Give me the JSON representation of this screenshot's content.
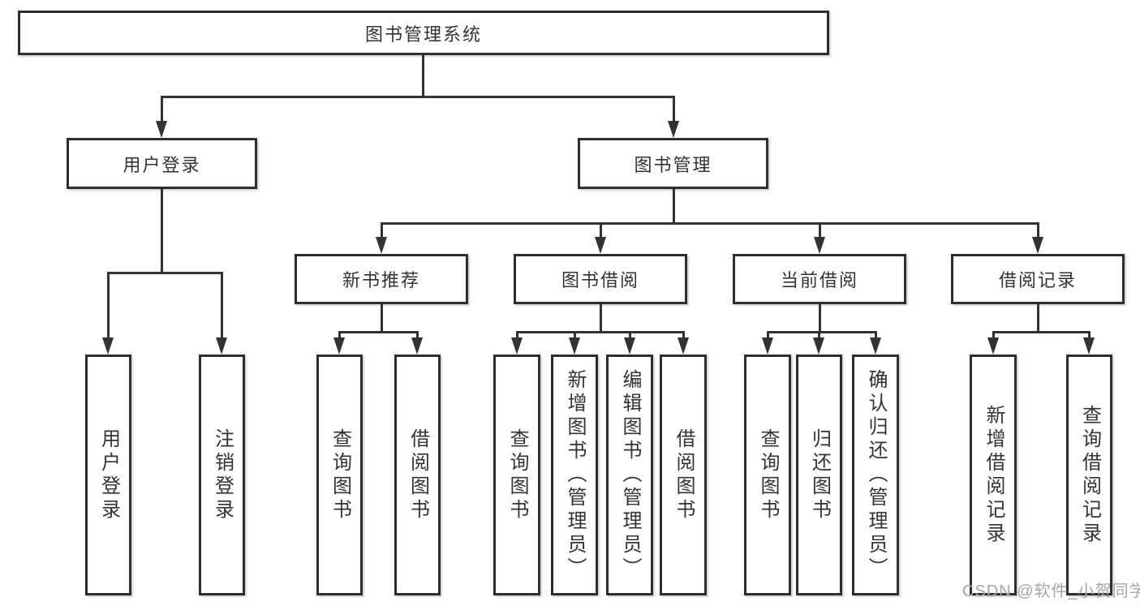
{
  "tree": {
    "root": "图书管理系统",
    "level2": [
      "用户登录",
      "图书管理"
    ],
    "level3": [
      "新书推荐",
      "图书借阅",
      "当前借阅",
      "借阅记录"
    ],
    "leaves_user_login": [
      "用户登录",
      "注销登录"
    ],
    "leaves_new_books": [
      "查询图书",
      "借阅图书"
    ],
    "leaves_book_borrow": [
      "查询图书",
      "新增图书（管理员）",
      "编辑图书（管理员）",
      "借阅图书"
    ],
    "leaves_current_borrow": [
      "查询图书",
      "归还图书",
      "确认归还（管理员）"
    ],
    "leaves_borrow_records": [
      "新增借阅记录",
      "查询借阅记录"
    ]
  },
  "watermark": {
    "text": "CSDN @软件_小贺同学"
  },
  "colors": {
    "box_border": "#2e2e2e",
    "connector": "#333333",
    "text": "#333333",
    "watermark": "#a6a6a6",
    "background": "#ffffff"
  }
}
